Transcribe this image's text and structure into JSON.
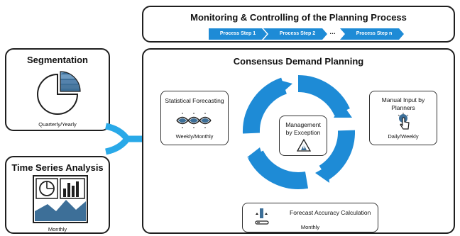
{
  "header": {
    "title": "Monitoring & Controlling of the Planning Process",
    "steps": [
      "Process Step 1",
      "Process Step 2",
      "Process Step n"
    ],
    "ellipsis": "…"
  },
  "segmentation": {
    "title": "Segmentation",
    "frequency": "Quarterly/Yearly"
  },
  "time_series": {
    "title": "Time Series Analysis",
    "frequency": "Monthly"
  },
  "consensus": {
    "title": "Consensus Demand Planning",
    "statistical": {
      "title": "Statistical Forecasting",
      "frequency": "Weekly/Monthly"
    },
    "manual": {
      "title_line1": "Manual Input by",
      "title_line2": "Planners",
      "frequency": "Daily/Weekly"
    },
    "management": {
      "line1": "Management",
      "line2": "by Exception"
    },
    "accuracy": {
      "title": "Forecast Accuracy Calculation",
      "frequency": "Monthly"
    }
  },
  "colors": {
    "accent": "#1e8bd6",
    "arrow": "#29a9e8",
    "dark": "#1f1f1f",
    "steel": "#3d6f98"
  },
  "icons": [
    "pie-chart-icon",
    "forecast-waves-icon",
    "touch-icon",
    "warning-icon",
    "dashboard-icon",
    "accuracy-gauge-icon"
  ]
}
